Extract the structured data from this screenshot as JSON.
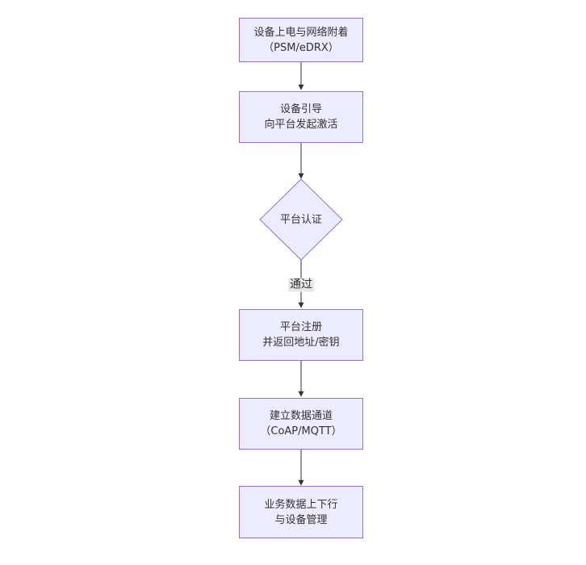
{
  "diagram": {
    "type": "flowchart",
    "direction": "top-down",
    "nodes": [
      {
        "id": "power-attach",
        "shape": "rect",
        "lines": [
          "设备上电与网络附着",
          "（PSM/eDRX）"
        ]
      },
      {
        "id": "bootstrap",
        "shape": "rect",
        "lines": [
          "设备引导",
          "向平台发起激活"
        ]
      },
      {
        "id": "auth",
        "shape": "diamond",
        "lines": [
          "平台认证"
        ]
      },
      {
        "id": "register",
        "shape": "rect",
        "lines": [
          "平台注册",
          "并返回地址/密钥"
        ]
      },
      {
        "id": "data-channel",
        "shape": "rect",
        "lines": [
          "建立数据通道",
          "（CoAP/MQTT）"
        ]
      },
      {
        "id": "business",
        "shape": "rect",
        "lines": [
          "业务数据上下行",
          "与设备管理"
        ]
      }
    ],
    "edges": [
      {
        "from": "power-attach",
        "to": "bootstrap",
        "label": ""
      },
      {
        "from": "bootstrap",
        "to": "auth",
        "label": ""
      },
      {
        "from": "auth",
        "to": "register",
        "label": "通过"
      },
      {
        "from": "register",
        "to": "data-channel",
        "label": ""
      },
      {
        "from": "data-channel",
        "to": "business",
        "label": ""
      }
    ],
    "colors": {
      "background": "#ffffff",
      "node_fill": "#ECECFF",
      "node_border": "#9370DB",
      "text": "#333333",
      "arrow": "#333333",
      "edge_label_bg": "#e8e8e8"
    }
  }
}
